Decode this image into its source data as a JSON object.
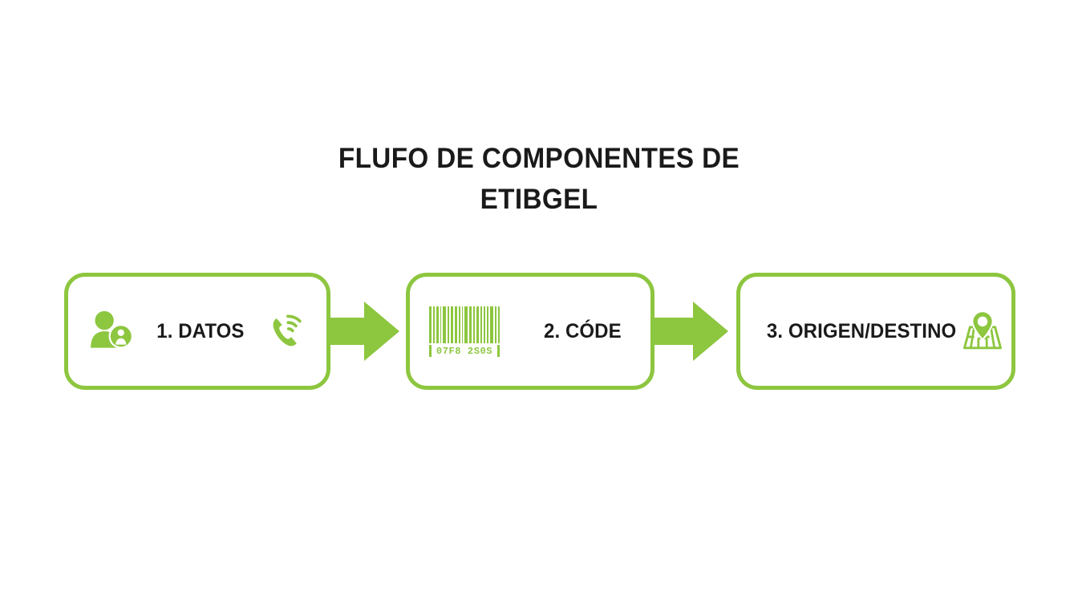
{
  "page": {
    "background_color": "#ffffff",
    "accent_color": "#8dc63f",
    "text_color": "#1a1a1a"
  },
  "title": {
    "line1": "FLUFO DE COMPONENTES DE",
    "line2": "ETIBGEL"
  },
  "flow": {
    "steps": [
      {
        "id": "datos",
        "label": "1. DATOS",
        "left_icon": "contacts-person-icon",
        "right_icon": "phone-ringing-icon"
      },
      {
        "id": "code",
        "label": "2. CÓDE",
        "left_icon": "barcode-icon",
        "right_icon": null,
        "barcode_digits": "07F8 2S0S"
      },
      {
        "id": "origen-destino",
        "label": "3. ORIGEN/DESTINO",
        "left_icon": null,
        "right_icon": "map-location-pin-icon"
      }
    ],
    "connectors": [
      {
        "id": "arrow-1",
        "icon": "arrow-right-icon"
      },
      {
        "id": "arrow-2",
        "icon": "arrow-right-icon"
      }
    ]
  }
}
